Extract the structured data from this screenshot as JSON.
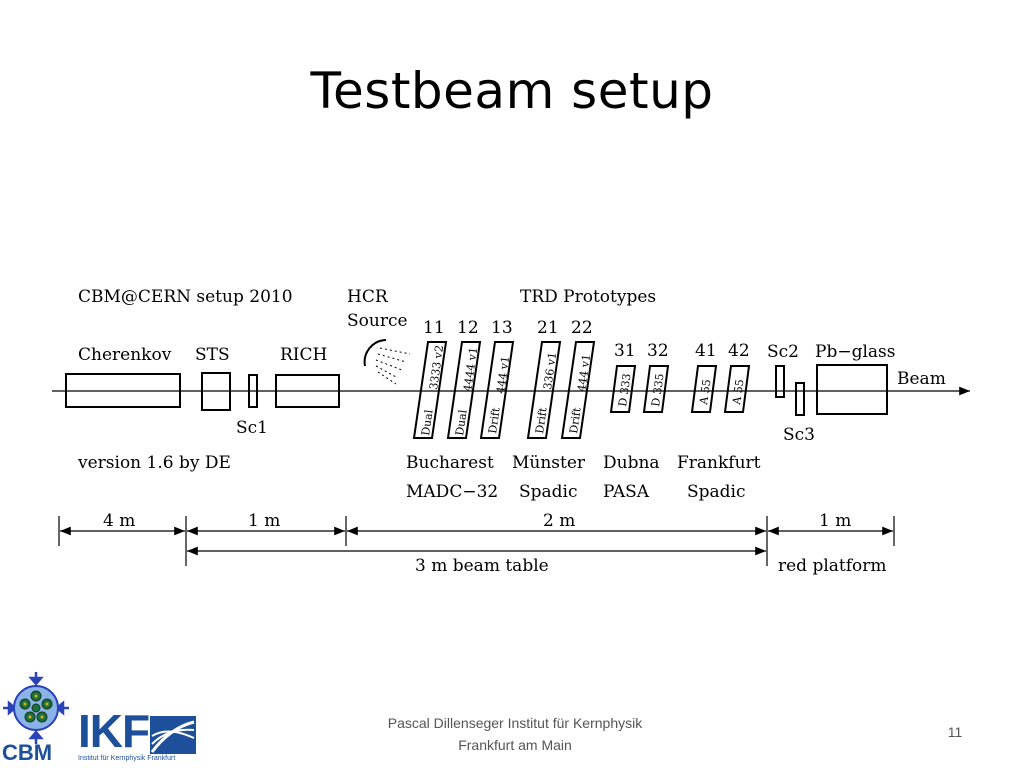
{
  "slide": {
    "title": "Testbeam setup",
    "footer_line1": "Pascal Dillenseger  Institut für Kernphysik",
    "footer_line2": "Frankfurt am Main",
    "page_number": "11"
  },
  "logos": {
    "cbm": "CBM",
    "ikf": "IKF",
    "ikf_subtitle": "Institut für Kernphysik Frankfurt",
    "brand_color": "#1d4f9a"
  },
  "diagram": {
    "setup_title": "CBM@CERN setup 2010",
    "version": "version 1.6 by DE",
    "hcr_line1": "HCR",
    "hcr_line2": "Source",
    "trd_title": "TRD Prototypes",
    "beam": "Beam",
    "detectors": {
      "cherenkov": "Cherenkov",
      "sts": "STS",
      "sc1": "Sc1",
      "rich": "RICH",
      "sc2": "Sc2",
      "sc3": "Sc3",
      "pbglass": "Pb−glass"
    },
    "chamber_numbers": [
      "11",
      "12",
      "13",
      "21",
      "22",
      "31",
      "32",
      "41",
      "42"
    ],
    "chamber_labels": [
      {
        "type": "Dual",
        "size": "3333 v2"
      },
      {
        "type": "Dual",
        "size": "4444 v1"
      },
      {
        "type": "Drift",
        "size": "444 v1"
      },
      {
        "type": "Drift",
        "size": "336 v1"
      },
      {
        "type": "Drift",
        "size": "444 v1"
      },
      {
        "type": "D 333",
        "size": ""
      },
      {
        "type": "D 335",
        "size": ""
      },
      {
        "type": "A 55",
        "size": ""
      },
      {
        "type": "A 55",
        "size": ""
      }
    ],
    "groups": [
      {
        "place": "Bucharest",
        "readout": "MADC−32"
      },
      {
        "place": "Münster",
        "readout": "Spadic"
      },
      {
        "place": "Dubna",
        "readout": "PASA"
      },
      {
        "place": "Frankfurt",
        "readout": "Spadic"
      }
    ],
    "dimensions": {
      "seg1": "4 m",
      "seg2": "1 m",
      "seg3": "2 m",
      "seg4": "1 m",
      "beam_table": "3 m beam table",
      "red_platform": "red platform"
    }
  }
}
